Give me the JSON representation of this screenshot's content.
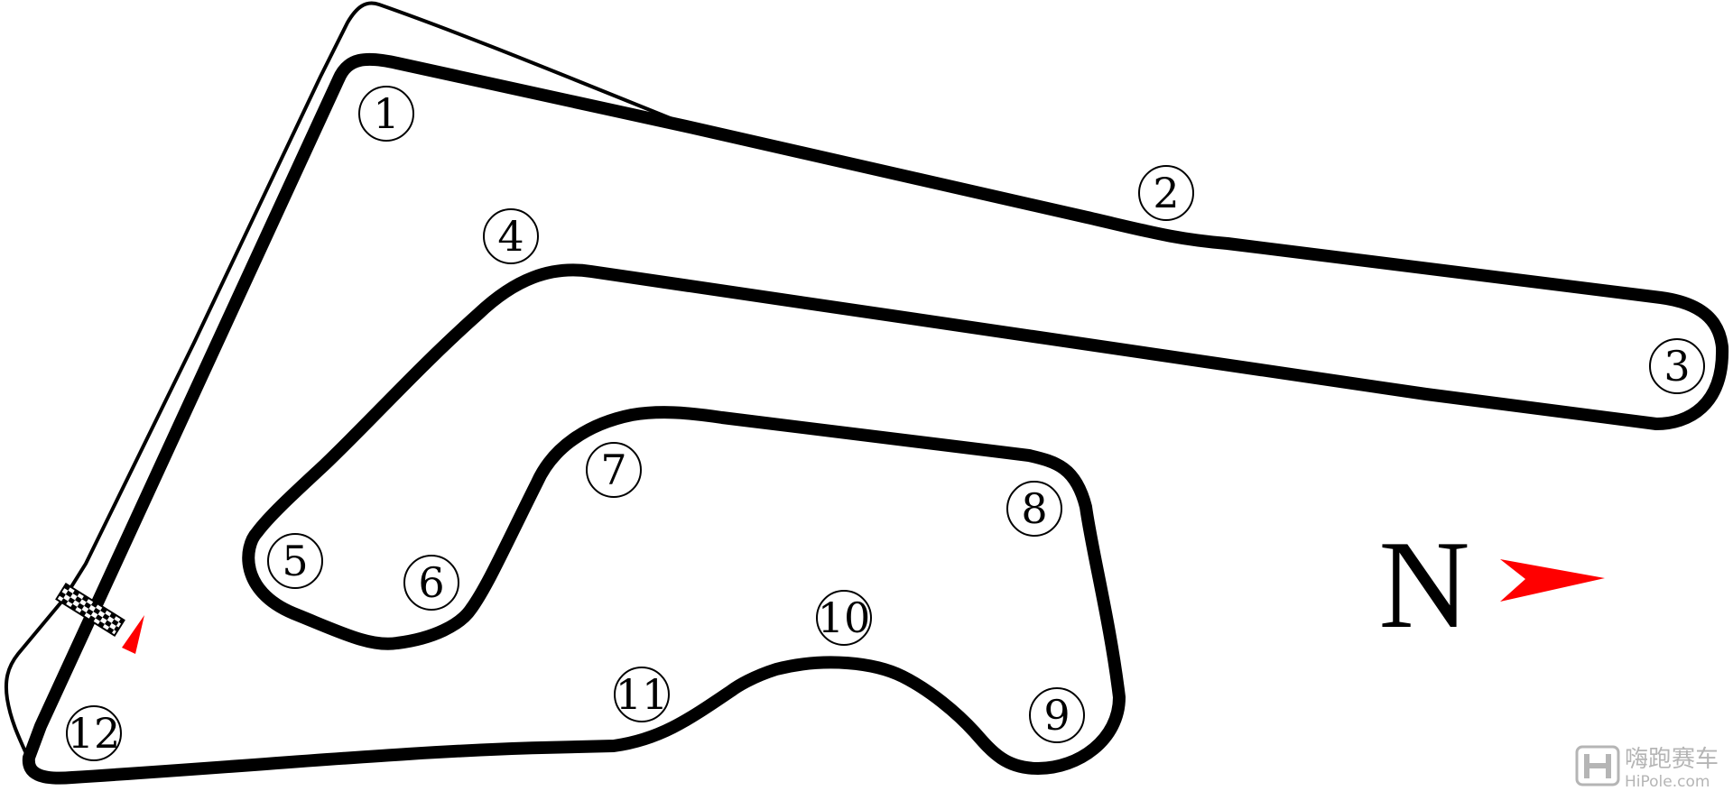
{
  "map": {
    "corners": [
      {
        "label": "1"
      },
      {
        "label": "2"
      },
      {
        "label": "3"
      },
      {
        "label": "4"
      },
      {
        "label": "5"
      },
      {
        "label": "6"
      },
      {
        "label": "7"
      },
      {
        "label": "8"
      },
      {
        "label": "9"
      },
      {
        "label": "10"
      },
      {
        "label": "11"
      },
      {
        "label": "12"
      }
    ],
    "north_label": "N",
    "colors": {
      "track": "#000000",
      "arrow": "#ff0000",
      "watermark": "#b5b5b5"
    }
  },
  "watermark": {
    "logo_icon": "hipole-logo-icon",
    "chinese": "嗨跑赛车",
    "site": "HiPole.com"
  }
}
